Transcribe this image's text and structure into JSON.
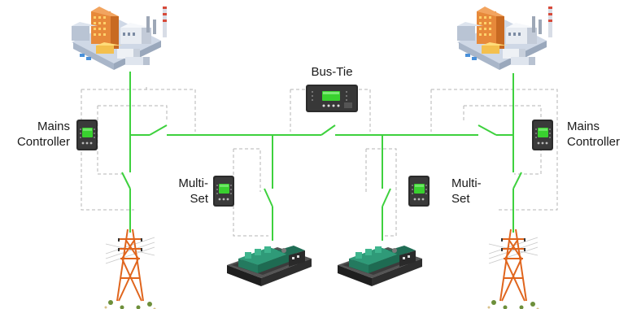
{
  "labels": {
    "bus_tie": "Bus-Tie",
    "mains_left_line1": "Mains",
    "mains_left_line2": "Controller",
    "mains_right_line1": "Mains",
    "mains_right_line2": "Controller",
    "multiset_left_line1": "Multi-",
    "multiset_left_line2": "Set",
    "multiset_right_line1": "Multi-",
    "multiset_right_line2": "Set"
  },
  "colors": {
    "busbar": "#3ed13e",
    "control_wiring": "#b5b5b5",
    "controller_body": "#2b2b2b",
    "controller_screen": "#39d12f",
    "tower": "#e0651d",
    "generator_base": "#2a2a2a",
    "generator_engine": "#2f9a78",
    "factory_main": "#e7893a"
  },
  "icons": [
    "factory-icon",
    "pylon-icon",
    "generator-icon",
    "controller-icon",
    "circuit-breaker-icon"
  ]
}
